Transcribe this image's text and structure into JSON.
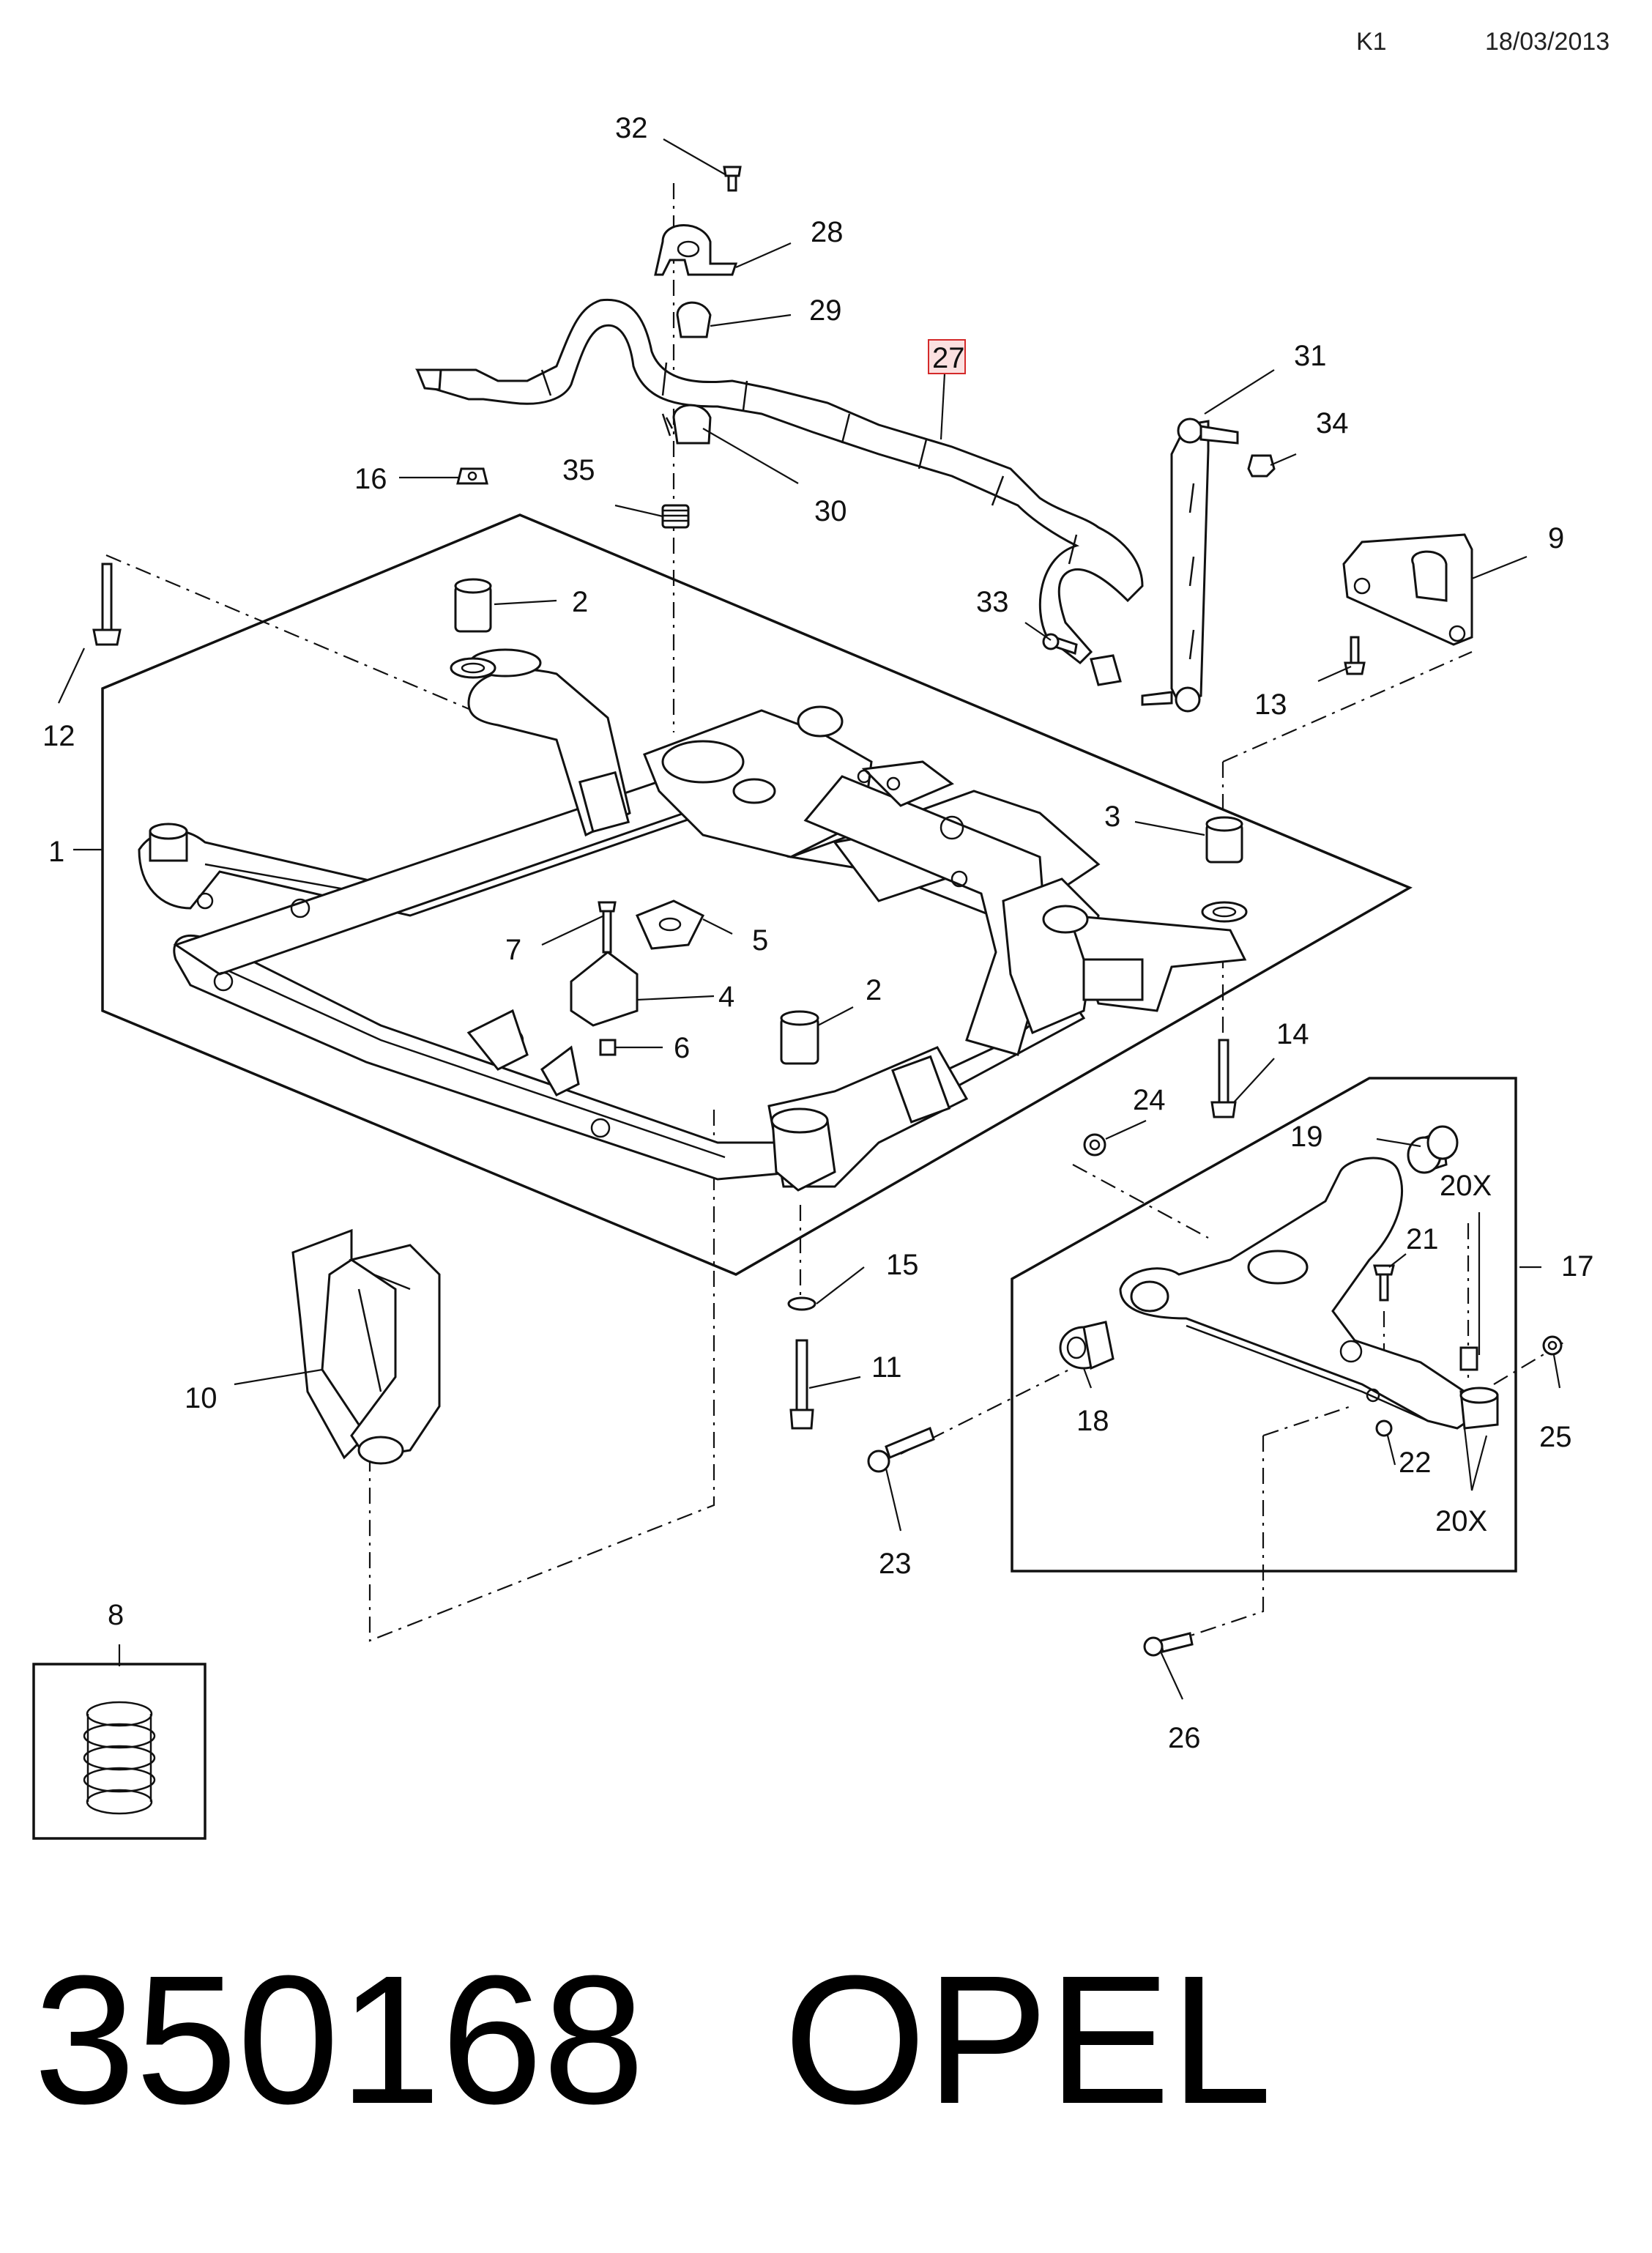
{
  "header": {
    "sheet": "K1",
    "date": "18/03/2013"
  },
  "footer": {
    "part_number": "350168",
    "brand": "OPEL"
  },
  "highlighted_callout": "27",
  "colors": {
    "highlight_fill": "#fbe0e0",
    "highlight_border": "#d42a2a",
    "line": "#111111"
  },
  "callouts": {
    "c1": "1",
    "c2a": "2",
    "c2b": "2",
    "c3": "3",
    "c4": "4",
    "c5": "5",
    "c6": "6",
    "c7": "7",
    "c8": "8",
    "c9": "9",
    "c10": "10",
    "c11": "11",
    "c12": "12",
    "c13": "13",
    "c14": "14",
    "c15": "15",
    "c16": "16",
    "c17": "17",
    "c18": "18",
    "c19": "19",
    "c20xa": "20X",
    "c20xb": "20X",
    "c21": "21",
    "c22": "22",
    "c23": "23",
    "c24": "24",
    "c25": "25",
    "c26": "26",
    "c27": "27",
    "c28": "28",
    "c29": "29",
    "c30": "30",
    "c31": "31",
    "c32": "32",
    "c33": "33",
    "c34": "34",
    "c35": "35"
  }
}
